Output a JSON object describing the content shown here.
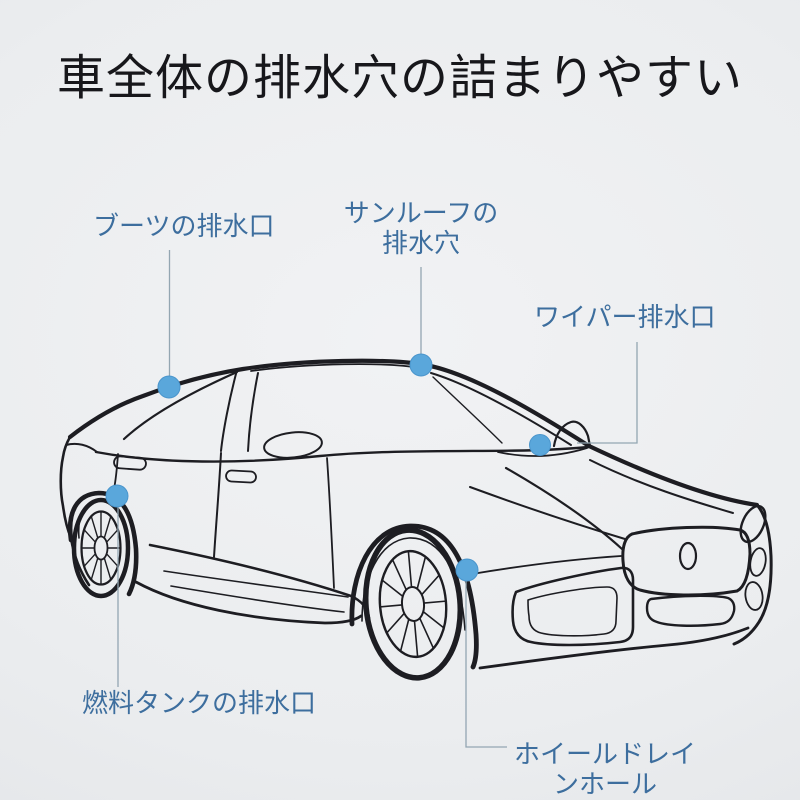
{
  "title": "車全体の排水穴の詰まりやすい",
  "labels": {
    "boot": "ブーツの排水口",
    "sunroof_line1": "サンルーフの",
    "sunroof_line2": "排水穴",
    "wiper": "ワイパー排水口",
    "fuel_tank": "燃料タンクの排水口",
    "wheel_line1": "ホイールドレイ",
    "wheel_line2": "ンホール"
  },
  "illustration": {
    "name": "sedan-car-line-drawing",
    "marker_shape": "circle",
    "marker_count": 5
  },
  "colors": {
    "title_text": "#17171b",
    "label_text": "#3d6e9e",
    "marker_fill": "#5aa7db",
    "marker_edge": "#4a95cc",
    "connector_line": "#93a6b2",
    "line_art": "#1d1d22",
    "background": "#ebedef"
  }
}
